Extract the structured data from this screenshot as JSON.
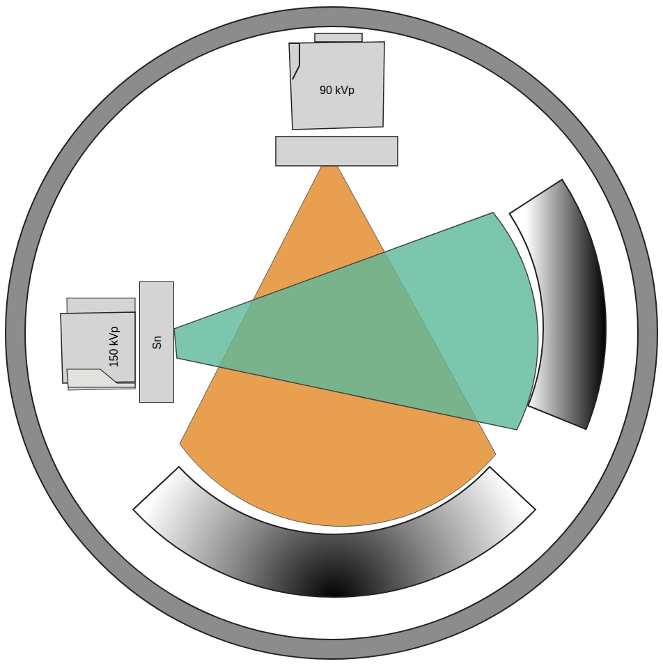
{
  "diagram": {
    "nodes": [
      {
        "text": [
          "90 kVp"
        ]
      },
      {
        "text": [
          "150 kVp"
        ]
      },
      {
        "text": [
          "Sn"
        ]
      }
    ]
  }
}
